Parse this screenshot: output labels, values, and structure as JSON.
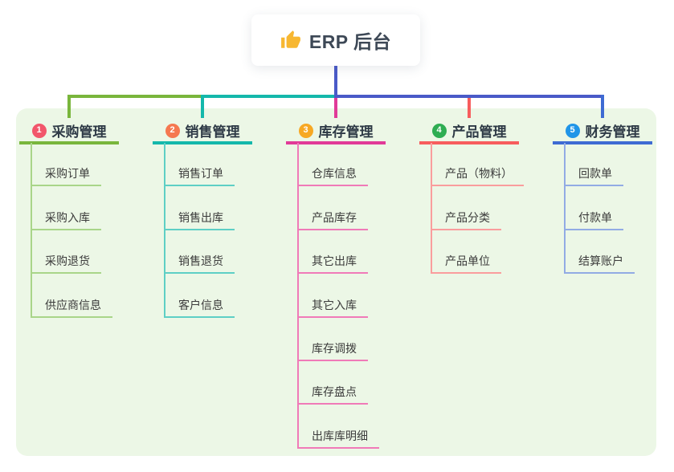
{
  "root": {
    "icon": "thumbs-up-icon",
    "icon_color": "#f7b731",
    "title": "ERP 后台"
  },
  "colors": {
    "panel_bg": "#ecf7e6",
    "card_bg": "#ffffff",
    "root_line": "#4a5ac8",
    "title_text": "#3d4856",
    "node_text": "#3b3b3b"
  },
  "branches": [
    {
      "badge": "1",
      "title": "采购管理",
      "accent": "#79b63c",
      "child_line": "#a9d589",
      "badge_color": "#f2566b",
      "children": [
        "采购订单",
        "采购入库",
        "采购退货",
        "供应商信息"
      ]
    },
    {
      "badge": "2",
      "title": "销售管理",
      "accent": "#14b8ab",
      "child_line": "#5ecfc5",
      "badge_color": "#f57850",
      "children": [
        "销售订单",
        "销售出库",
        "销售退货",
        "客户信息"
      ]
    },
    {
      "badge": "3",
      "title": "库存管理",
      "accent": "#e13a98",
      "child_line": "#f07ab8",
      "badge_color": "#f7a823",
      "children": [
        "仓库信息",
        "产品库存",
        "其它出库",
        "其它入库",
        "库存调拨",
        "库存盘点",
        "出库库明细"
      ]
    },
    {
      "badge": "4",
      "title": "产品管理",
      "accent": "#f75d5d",
      "child_line": "#fa9d9d",
      "badge_color": "#2ead52",
      "children": [
        "产品（物料）",
        "产品分类",
        "产品单位"
      ]
    },
    {
      "badge": "5",
      "title": "财务管理",
      "accent": "#3e6bd3",
      "child_line": "#92abe4",
      "badge_color": "#2095e8",
      "children": [
        "回款单",
        "付款单",
        "结算账户"
      ]
    }
  ]
}
